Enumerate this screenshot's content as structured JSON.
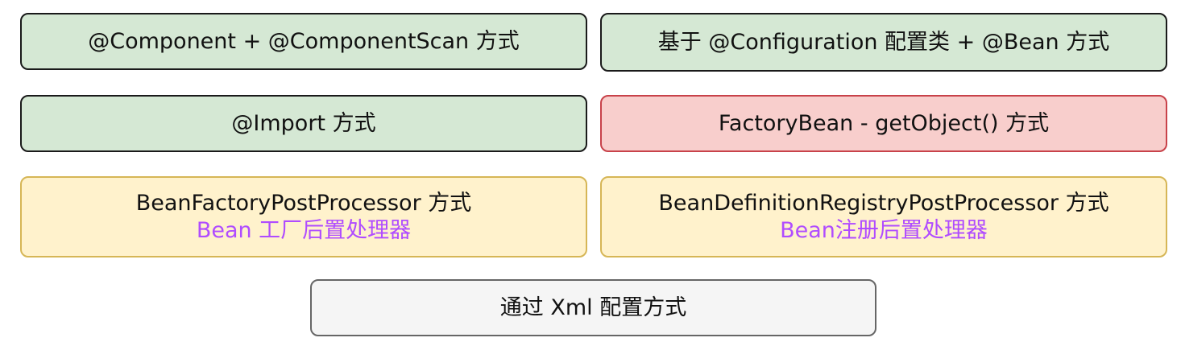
{
  "boxes": [
    {
      "text": "@Component + @ComponentScan 方式",
      "color": "#d5e8d4"
    },
    {
      "text": "基于 @Configuration 配置类 + @Bean 方式",
      "color": "#d5e8d4"
    },
    {
      "text": "@Import 方式",
      "color": "#d5e8d4"
    },
    {
      "text": "FactoryBean - getObject() 方式",
      "color": "#f8cecc"
    },
    {
      "text": "BeanFactoryPostProcessor 方式",
      "subtext": "Bean 工厂后置处理器",
      "color": "#fff2cc"
    },
    {
      "text": "BeanDefinitionRegistryPostProcessor 方式",
      "subtext": "Bean注册后置处理器",
      "color": "#fff2cc"
    },
    {
      "text": "通过 Xml 配置方式",
      "color": "#f5f5f5"
    }
  ],
  "subtext_color": "#b04cff"
}
